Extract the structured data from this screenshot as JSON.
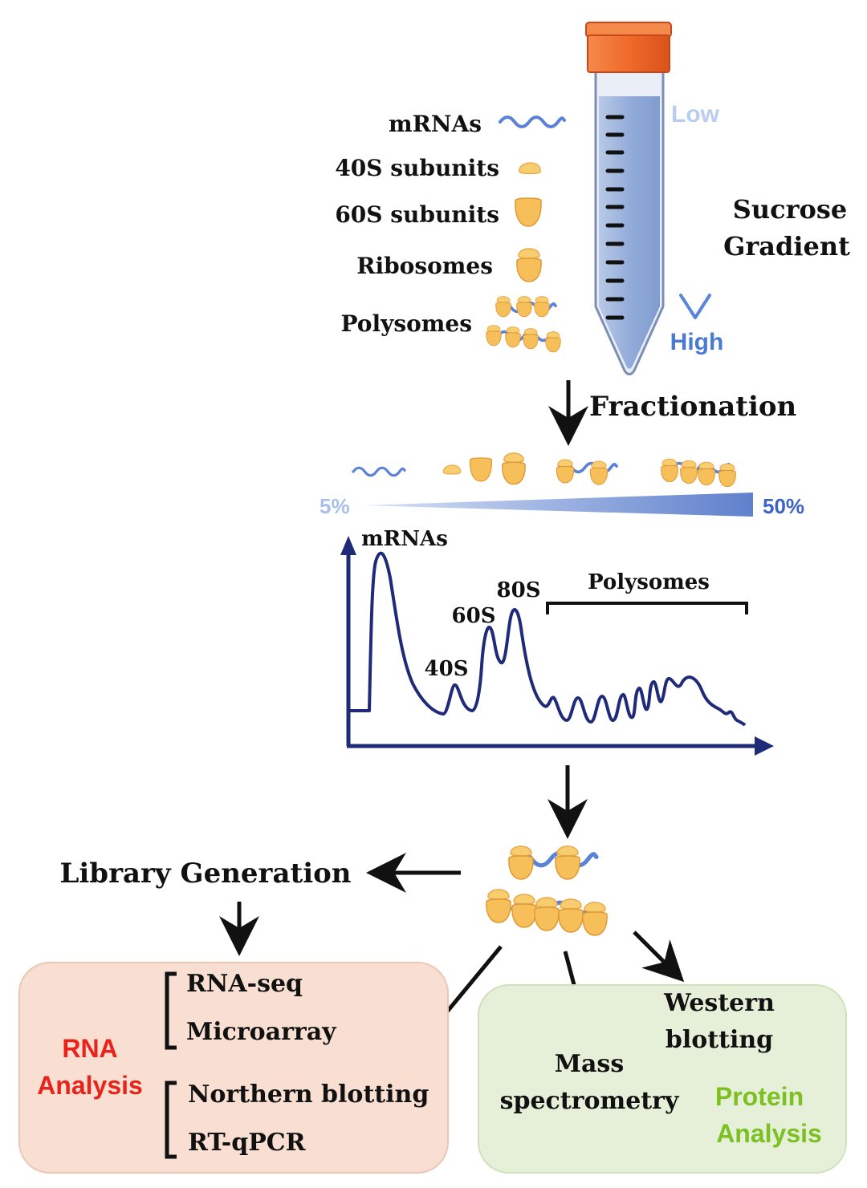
{
  "legend": {
    "mrnas": "mRNAs",
    "s40": "40S subunits",
    "s60": "60S subunits",
    "ribosomes": "Ribosomes",
    "polysomes": "Polysomes"
  },
  "tube": {
    "low": "Low",
    "high": "High",
    "gradient_line1": "Sucrose",
    "gradient_line2": "Gradient",
    "cap_color": "#f06a2a",
    "liquid_color": "#9fb6dd"
  },
  "steps": {
    "fractionation": "Fractionation",
    "library_generation": "Library Generation"
  },
  "gradient_bar": {
    "start": "5%",
    "end": "50%"
  },
  "profile": {
    "peak_mrnas": "mRNAs",
    "peak_40s": "40S",
    "peak_60s": "60S",
    "peak_80s": "80S",
    "polysomes": "Polysomes",
    "line_color": "#1f2a78"
  },
  "rna_analysis": {
    "title_line1": "RNA",
    "title_line2": "Analysis",
    "title_color": "#e8231c",
    "box_color": "#f9dfd2",
    "methods": [
      "RNA-seq",
      "Microarray",
      "Northern blotting",
      "RT-qPCR"
    ]
  },
  "protein_analysis": {
    "title_line1": "Protein",
    "title_line2": "Analysis",
    "title_color": "#7cc021",
    "box_color": "#e6f0d8",
    "western_line1": "Western",
    "western_line2": "blotting",
    "mass_line1": "Mass",
    "mass_line2": "spectrometry"
  }
}
